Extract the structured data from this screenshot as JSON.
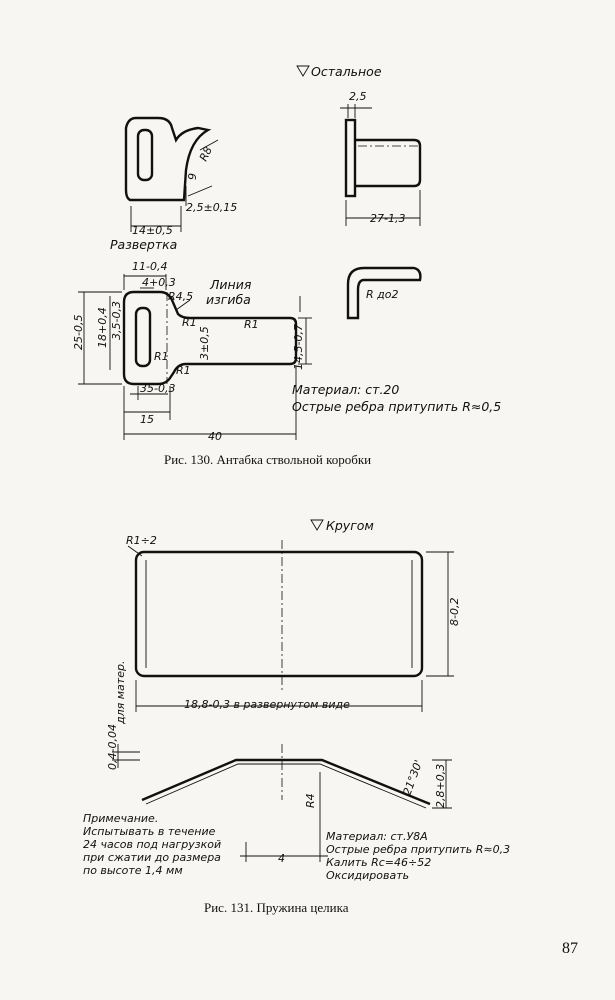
{
  "figure130": {
    "caption": "Рис. 130. Антабка ствольной коробки",
    "surface_mark": "Остальное",
    "dim_2_5": "2,5",
    "dim_R8": "R8",
    "dim_9": "9",
    "dim_2_5_tol": "2,5±0,15",
    "dim_14": "14±0,5",
    "dim_27": "27-1,3",
    "razvertka": "Развертка",
    "bend_line_label_1": "Линия",
    "bend_line_label_2": "изгиба",
    "dim_11": "11-0,4",
    "dim_4": "4+0,3",
    "dim_R4_5": "R4,5",
    "dim_R1_top": "R1",
    "dim_R1_right": "R1",
    "dim_R1_slot": "R1",
    "dim_R1_low": "R1",
    "dim_25": "25-0,5",
    "dim_18": "18+0,4",
    "dim_3_5": "3,5-0,3",
    "dim_3": "3±0,5",
    "dim_14_5": "14,5-0,7",
    "dim_35": "35-0,3",
    "dim_15": "15",
    "dim_40": "40",
    "R_do2": "R до2",
    "material": "Материал: ст.20",
    "edges": "Острые ребра притупить R≈0,5"
  },
  "figure131": {
    "caption": "Рис. 131. Пружина целика",
    "surface_mark": "Кругом",
    "dim_R1_2": "R1÷2",
    "dim_8": "8-0,2",
    "dim_18_8": "18,8-0,3 в развернутом виде",
    "dim_for_material": "для матер.",
    "dim_0_4": "0,4-0,04",
    "dim_R4": "R4",
    "dim_angle": "21°30'",
    "dim_2_8": "2,8+0,3",
    "dim_4": "4",
    "note_title": "Примечание.",
    "note_lines": [
      "Испытывать в течение",
      "24 часов под нагрузкой",
      "при сжатии до размера",
      "по высоте 1,4 мм"
    ],
    "material_lines": [
      "Материал: ст.У8А",
      "Острые ребра притупить R≈0,3",
      "Калить Rc=46÷52",
      "Оксидировать"
    ]
  },
  "page_number": "87"
}
